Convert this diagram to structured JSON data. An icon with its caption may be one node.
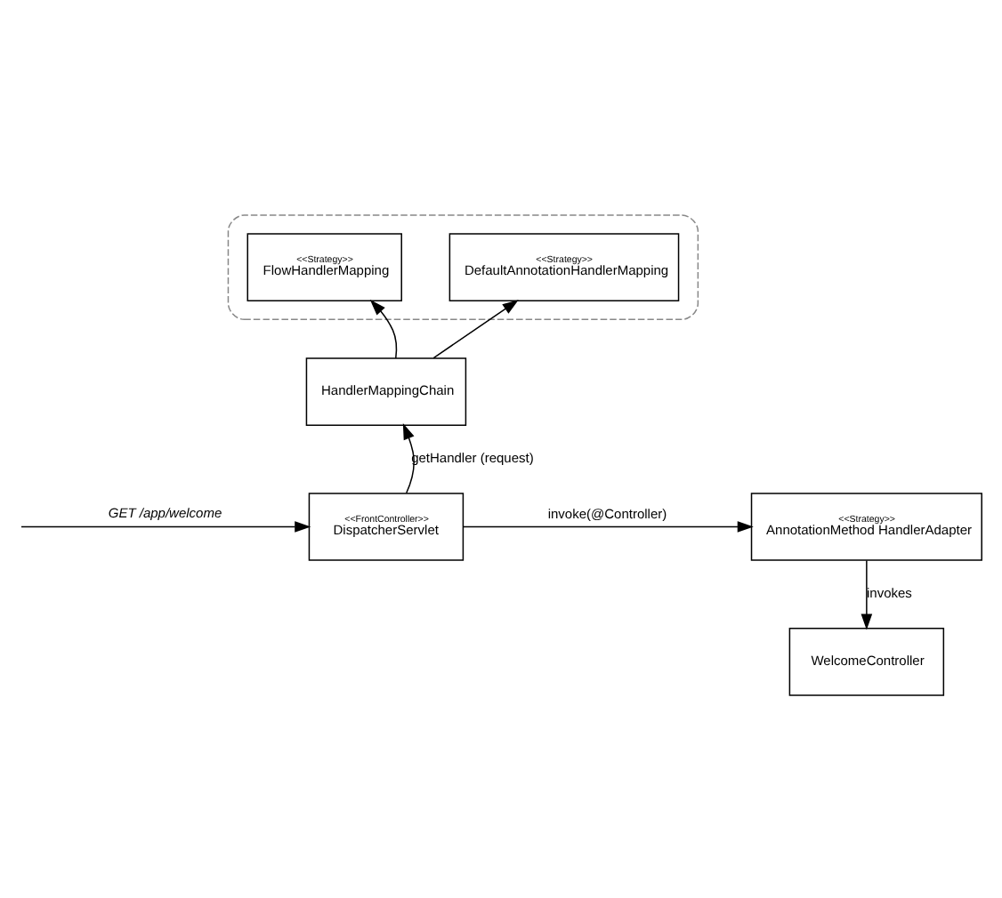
{
  "diagram": {
    "nodes": [
      {
        "text": [],
        "shape": "box"
      },
      {
        "text": [
          "<<Strategy>>",
          "FlowHandlerMapping"
        ],
        "in": 0
      },
      {
        "text": [
          "<<Strategy>>",
          "DefaultAnnotationHandlerMapping"
        ],
        "in": 0
      },
      {
        "text": [
          "HandlerMappingChain"
        ]
      },
      {
        "text": [
          "<<FrontController>>",
          "DispatcherServlet"
        ]
      },
      {
        "text": [
          "<<Strategy>>",
          "AnnotationMethod HandlerAdapter"
        ]
      },
      {
        "text": [
          "WelcomeController"
        ]
      }
    ],
    "edges": [
      {
        "from": 3,
        "to": 1,
        "arrow": "to"
      },
      {
        "from": 3,
        "to": 2,
        "arrow": "to"
      },
      {
        "from": 4,
        "to": 3,
        "arrow": "to",
        "label": "getHandler (request)"
      },
      {
        "from": null,
        "to": 4,
        "arrow": "to",
        "label": "GET /app/welcome"
      },
      {
        "from": 4,
        "to": 5,
        "arrow": "to",
        "label": "invoke(@Controller)"
      },
      {
        "from": 5,
        "to": 6,
        "arrow": "to",
        "label": "invokes"
      }
    ]
  }
}
